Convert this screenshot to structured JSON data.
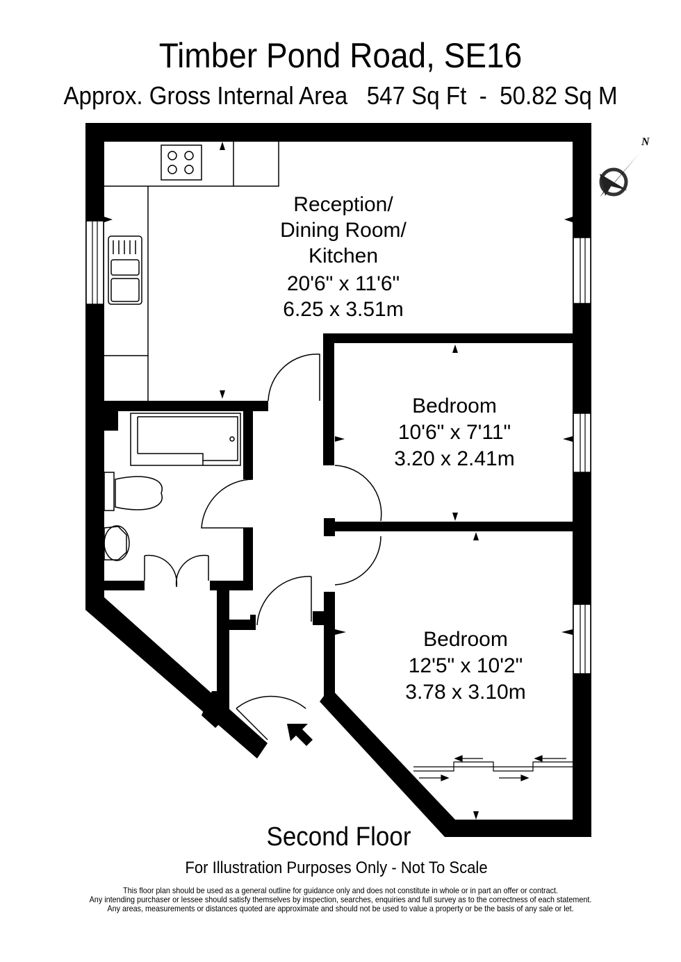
{
  "header": {
    "title": "Timber Pond Road, SE16",
    "subtitle": "Approx. Gross Internal Area   547 Sq Ft  -  50.82 Sq M"
  },
  "compass": {
    "label": "N",
    "icon": "compass-rose-icon"
  },
  "rooms": [
    {
      "name": "Reception/",
      "name2": "Dining Room/",
      "name3": "Kitchen",
      "imperial": "20'6\" x 11'6\"",
      "metric": "6.25 x 3.51m"
    },
    {
      "name": "Bedroom",
      "imperial": "10'6\" x 7'11\"",
      "metric": "3.20 x 2.41m"
    },
    {
      "name": "Bedroom",
      "imperial": "12'5\" x 10'2\"",
      "metric": "3.78 x 3.10m"
    }
  ],
  "footer": {
    "floor": "Second Floor",
    "note": "For Illustration Purposes Only - Not To Scale",
    "disclaimer": [
      "This floor plan should be used as a general outline for guidance only and does not constitute in whole or in part an offer or contract.",
      "Any intending purchaser or lessee should satisfy themselves by inspection, searches, enquiries and full survey as to the correctness of each statement.",
      "Any areas, measurements or distances quoted are approximate and should not be used to value a property or be the basis of any sale or let."
    ]
  },
  "colors": {
    "wall": "#000000",
    "background": "#ffffff"
  }
}
